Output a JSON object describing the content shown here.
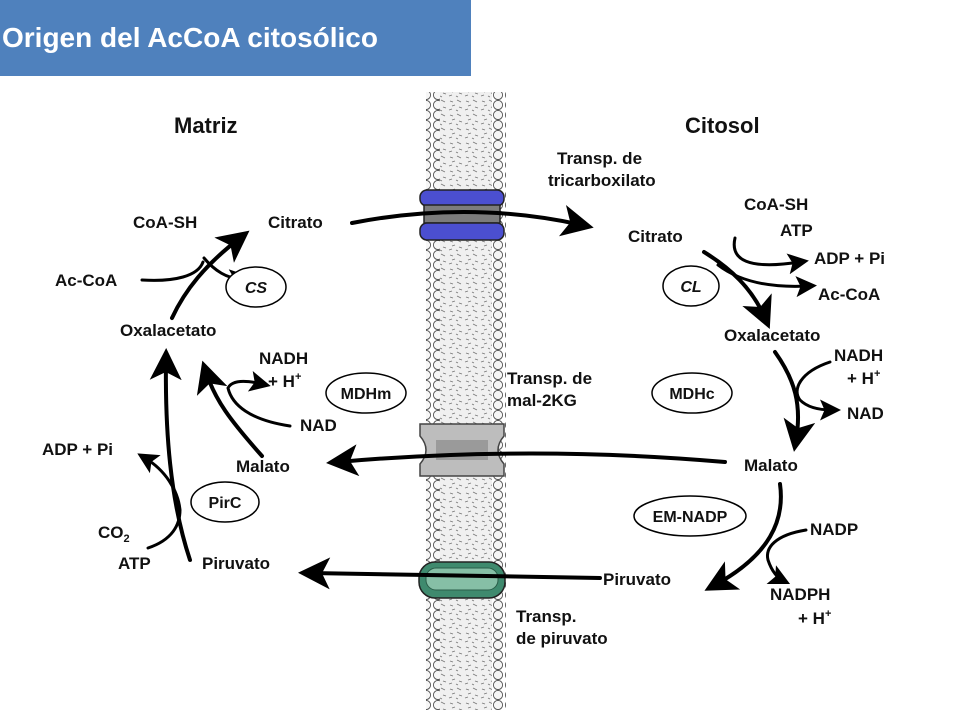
{
  "title": "Origen del AcCoA citosólico",
  "colors": {
    "title_bar": "#4f81bd",
    "tricarboxylate_transporter": "#4b4fd0",
    "malate_transporter": "#b9b9b9",
    "pyruvate_transporter": "#3f8a6e",
    "membrane": "#e8e8e8"
  },
  "compartments": {
    "matrix": "Matriz",
    "cytosol": "Citosol"
  },
  "transporters": {
    "tricarboxylate": [
      "Transp. de",
      "tricarboxilato"
    ],
    "malate_2kg": [
      "Transp. de",
      "mal-2KG"
    ],
    "pyruvate": [
      "Transp.",
      "de piruvato"
    ]
  },
  "matrix": {
    "citrate": "Citrato",
    "coa_sh": "CoA-SH",
    "ac_coa": "Ac-CoA",
    "oxaloacetate": "Oxalacetato",
    "nadh": "NADH",
    "h_plus": "+ H",
    "nad": "NAD",
    "malate": "Malato",
    "adp_pi": "ADP + Pi",
    "co2": "CO",
    "co2_sub": "2",
    "atp": "ATP",
    "pyruvate": "Piruvato"
  },
  "cytosol": {
    "citrate": "Citrato",
    "coa_sh": "CoA-SH",
    "atp": "ATP",
    "adp_pi": "ADP + Pi",
    "ac_coa": "Ac-CoA",
    "oxaloacetate": "Oxalacetato",
    "nadh": "NADH",
    "h_plus": "+ H",
    "nad": "NAD",
    "malate": "Malato",
    "nadp": "NADP",
    "nadph": "NADPH",
    "nadph_h": "+ H",
    "pyruvate": "Piruvato"
  },
  "plus_sign": "+",
  "enzymes": {
    "cs": "CS",
    "cl": "CL",
    "mdhm": "MDHm",
    "mdhc": "MDHc",
    "pirc": "PirC",
    "em_nadp": "EM-NADP"
  }
}
